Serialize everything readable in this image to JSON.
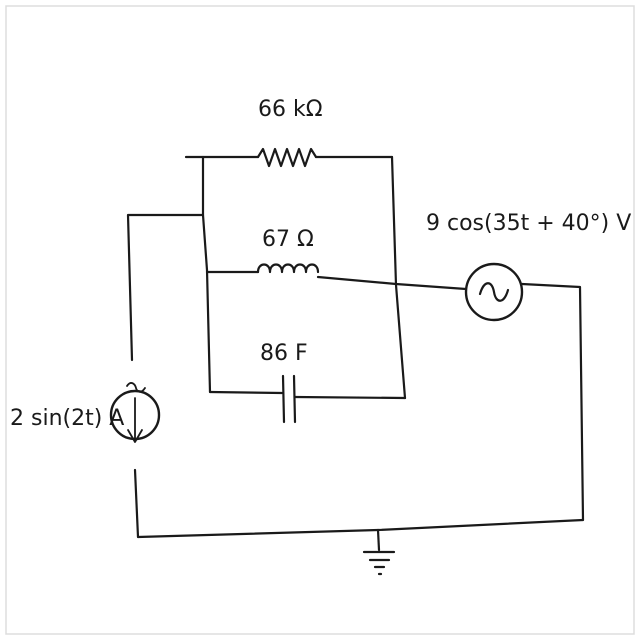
{
  "labels": {
    "resistor": "66 kΩ",
    "inductor": "67 Ω",
    "capacitor": "86 F",
    "voltage_source": "9 cos(35t + 40°) V",
    "current_source": "2 sin(2t) A"
  },
  "icons": {
    "voltage_source_symbol": "ac-tilde",
    "current_source_symbol": "ac-tilde-with-down-arrow",
    "ground_symbol": "ground"
  }
}
